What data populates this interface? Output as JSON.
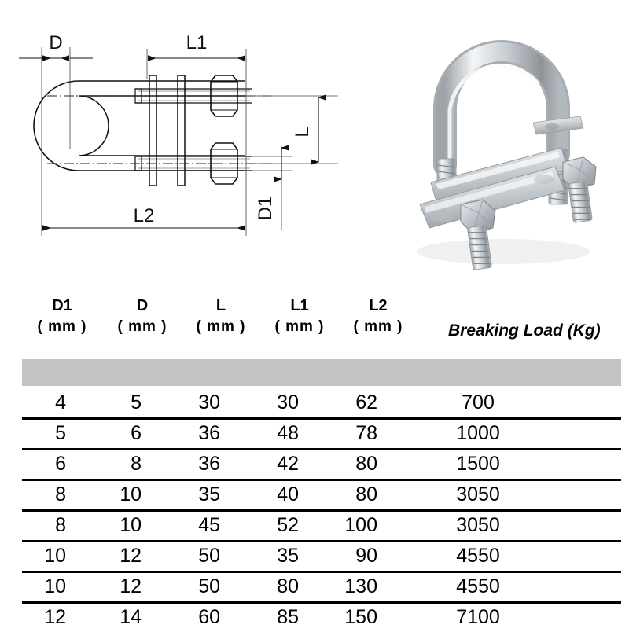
{
  "diagram": {
    "title": "u-bolt-technical-drawing",
    "dimension_labels": {
      "D": "D",
      "L": "L",
      "L1": "L1",
      "L2": "L2",
      "D1": "D1"
    }
  },
  "photo": {
    "alt": "stainless-steel-u-bolt-with-plates-and-nuts"
  },
  "table": {
    "headers": [
      {
        "symbol": "D1",
        "unit": "( mm )"
      },
      {
        "symbol": "D",
        "unit": "( mm )"
      },
      {
        "symbol": "L",
        "unit": "( mm )"
      },
      {
        "symbol": "L1",
        "unit": "( mm )"
      },
      {
        "symbol": "L2",
        "unit": "( mm )"
      }
    ],
    "breaking_load_header": "Breaking Load (Kg)",
    "rows": [
      {
        "D1": "4",
        "D": "5",
        "L": "30",
        "L1": "30",
        "L2": "62",
        "load": "700"
      },
      {
        "D1": "5",
        "D": "6",
        "L": "36",
        "L1": "48",
        "L2": "78",
        "load": "1000"
      },
      {
        "D1": "6",
        "D": "8",
        "L": "36",
        "L1": "42",
        "L2": "80",
        "load": "1500"
      },
      {
        "D1": "8",
        "D": "10",
        "L": "35",
        "L1": "40",
        "L2": "80",
        "load": "3050"
      },
      {
        "D1": "8",
        "D": "10",
        "L": "45",
        "L1": "52",
        "L2": "100",
        "load": "3050"
      },
      {
        "D1": "10",
        "D": "12",
        "L": "50",
        "L1": "35",
        "L2": "90",
        "load": "4550"
      },
      {
        "D1": "10",
        "D": "12",
        "L": "50",
        "L1": "80",
        "L2": "130",
        "load": "4550"
      },
      {
        "D1": "12",
        "D": "14",
        "L": "60",
        "L1": "85",
        "L2": "150",
        "load": "7100"
      }
    ]
  },
  "colors": {
    "background": "#ffffff",
    "text": "#000000",
    "band": "#c3c3c3",
    "rule": "#000000",
    "metal_light": "#e8eaec",
    "metal_mid": "#b9bec3",
    "metal_dark": "#8d9398"
  }
}
